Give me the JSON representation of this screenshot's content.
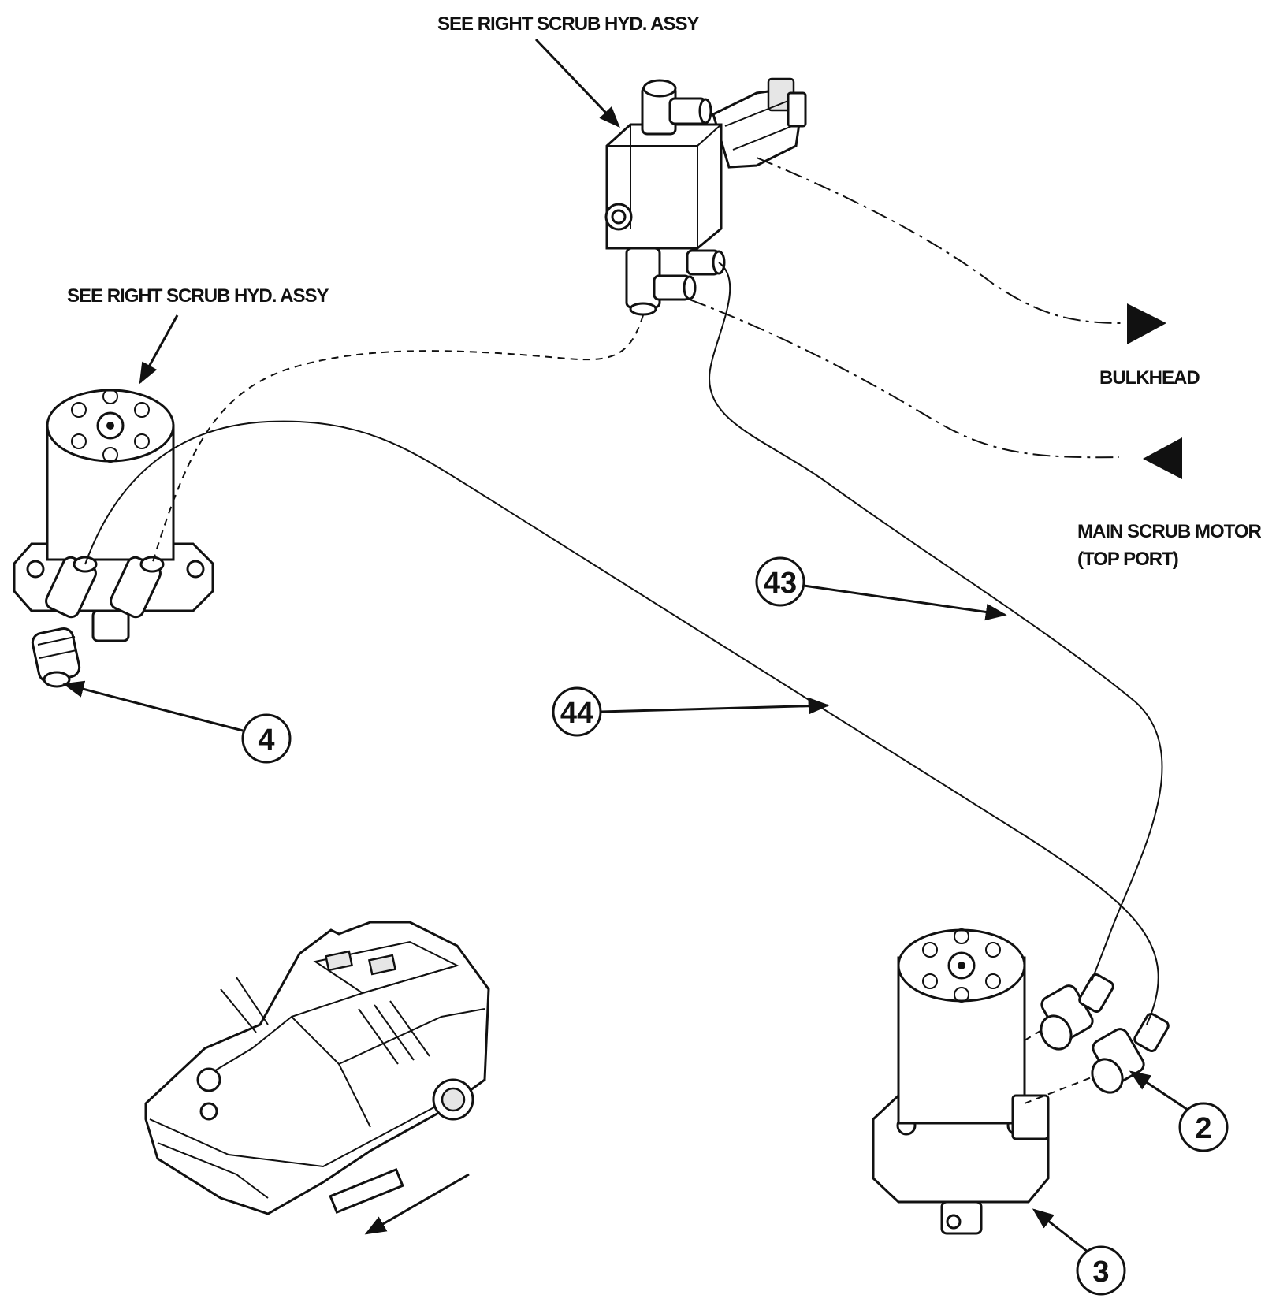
{
  "labels": {
    "top_ref": "SEE RIGHT SCRUB HYD. ASSY",
    "left_ref": "SEE RIGHT SCRUB HYD. ASSY",
    "bulkhead": "BULKHEAD",
    "main_motor_line1": "MAIN SCRUB MOTOR",
    "main_motor_line2": "(TOP PORT)"
  },
  "callouts": {
    "c43": "43",
    "c44": "44",
    "c4": "4",
    "c2": "2",
    "c3": "3"
  },
  "colors": {
    "ink": "#111111",
    "background": "#ffffff"
  }
}
